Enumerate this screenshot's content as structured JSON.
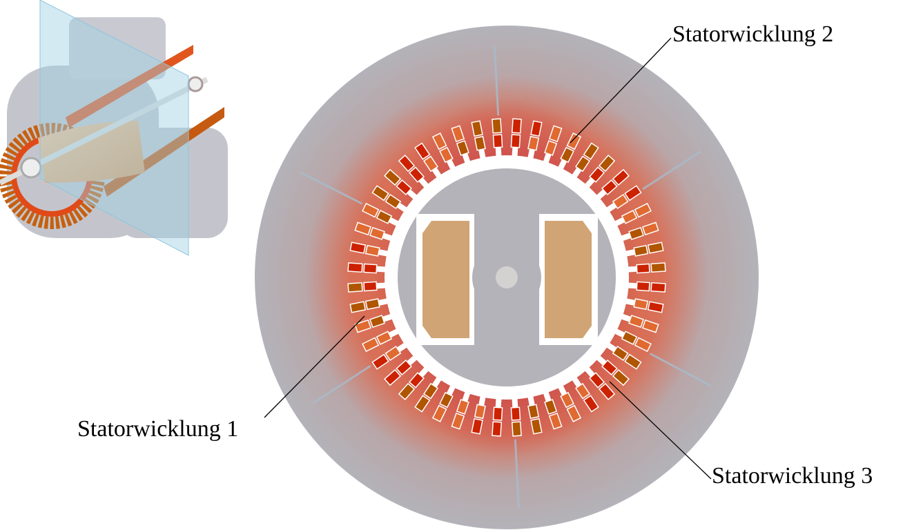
{
  "labels": {
    "winding1": "Statorwicklung 1",
    "winding2": "Statorwicklung 2",
    "winding3": "Statorwicklung 3"
  },
  "colors": {
    "stator": "#b3b3b9",
    "field_red": "#c84a48",
    "phase_a": "#cc2200",
    "phase_b": "#e06a30",
    "phase_c": "#b05500",
    "rotor_copper": "#d0a474",
    "section_plane": "#9fd0e4"
  },
  "icons": {
    "motor_render": "motor-3d-cutaway"
  }
}
